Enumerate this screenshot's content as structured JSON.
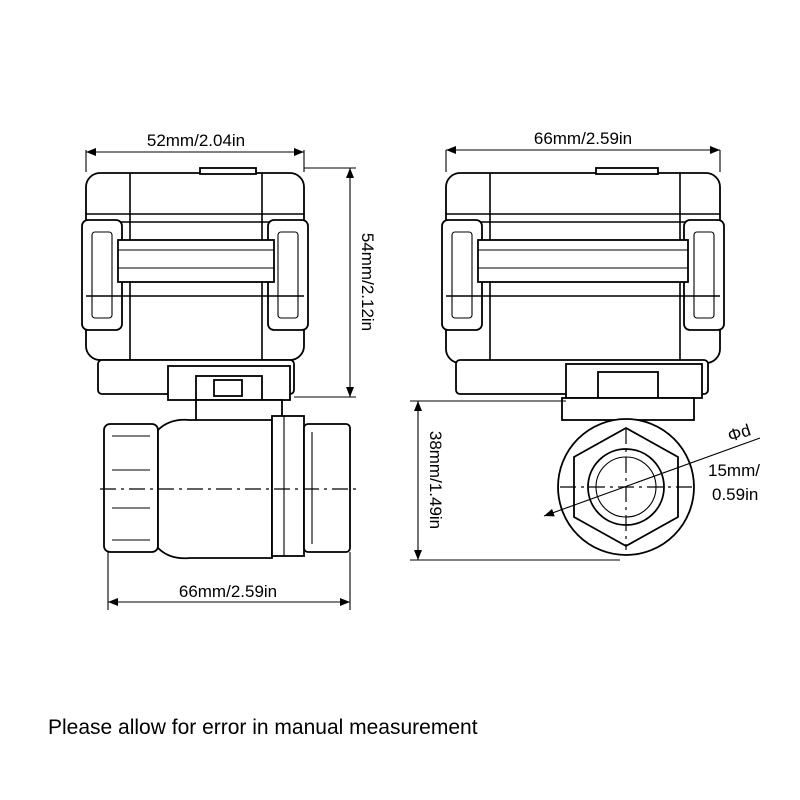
{
  "dimensions": {
    "left_width": "52mm/2.04in",
    "left_height": "54mm/2.12in",
    "left_body_length": "66mm/2.59in",
    "right_width": "66mm/2.59in",
    "right_pipe_height": "38mm/1.49in",
    "diameter_symbol": "Φd",
    "diameter_value_line1": "15mm/",
    "diameter_value_line2": "0.59in"
  },
  "note": "Please allow for error in manual measurement"
}
